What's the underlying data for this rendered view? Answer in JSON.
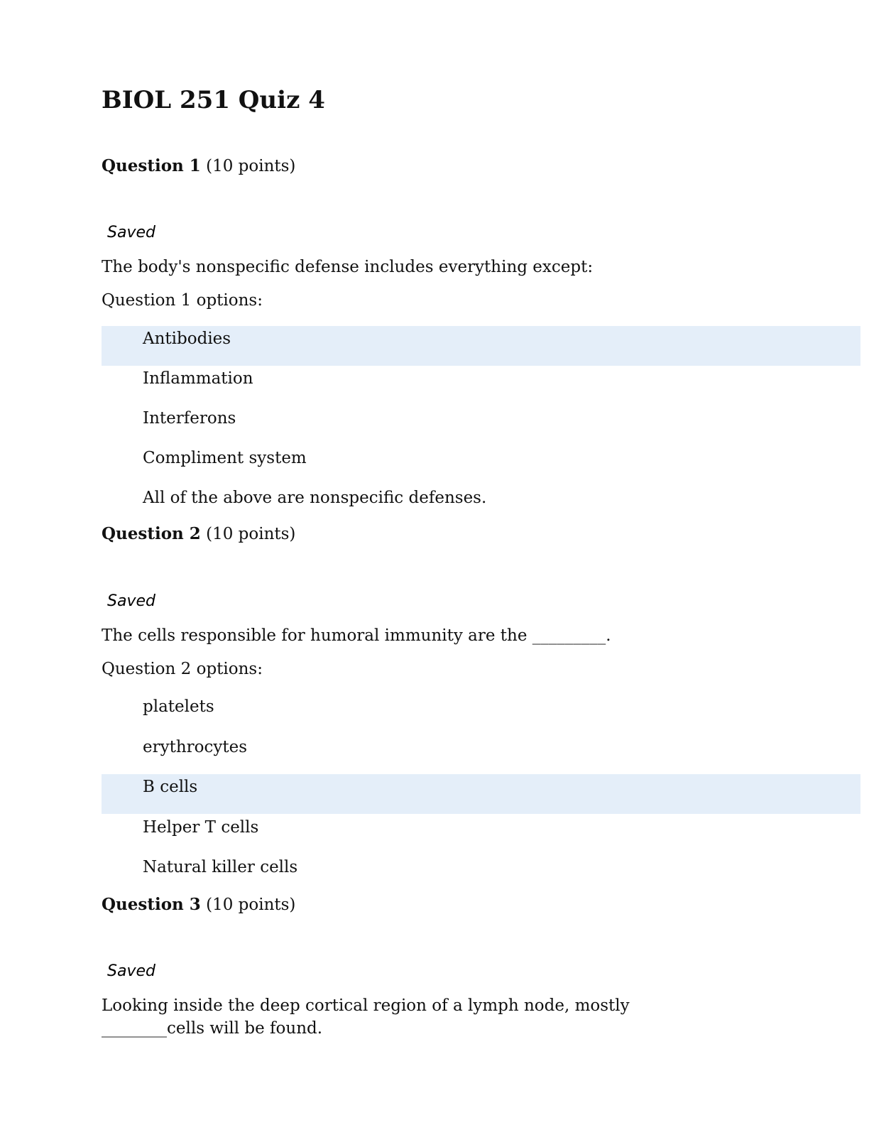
{
  "document": {
    "title": "BIOL 251 Quiz 4"
  },
  "colors": {
    "selected_option_background": "#e4eef9",
    "text": "#111111"
  },
  "questions": [
    {
      "label": "Question 1",
      "points": "(10 points)",
      "status": "Saved",
      "prompt": "The body's nonspecific defense includes everything except:",
      "options_label": "Question 1 options:",
      "options": [
        {
          "text": "Antibodies",
          "selected": true
        },
        {
          "text": "Inflammation",
          "selected": false
        },
        {
          "text": "Interferons",
          "selected": false
        },
        {
          "text": "Compliment system",
          "selected": false
        },
        {
          "text": "All of the above are nonspecific defenses.",
          "selected": false
        }
      ]
    },
    {
      "label": "Question 2",
      "points": "(10 points)",
      "status": "Saved",
      "prompt": "The cells responsible for humoral immunity are the _________.",
      "options_label": "Question 2 options:",
      "options": [
        {
          "text": "platelets",
          "selected": false
        },
        {
          "text": "erythrocytes",
          "selected": false
        },
        {
          "text": "B cells",
          "selected": true
        },
        {
          "text": "Helper T cells",
          "selected": false
        },
        {
          "text": "Natural killer cells",
          "selected": false
        }
      ]
    },
    {
      "label": "Question 3",
      "points": "(10 points)",
      "status": "Saved",
      "prompt": "Looking inside the deep cortical region of a lymph node, mostly ________cells will be found."
    }
  ]
}
